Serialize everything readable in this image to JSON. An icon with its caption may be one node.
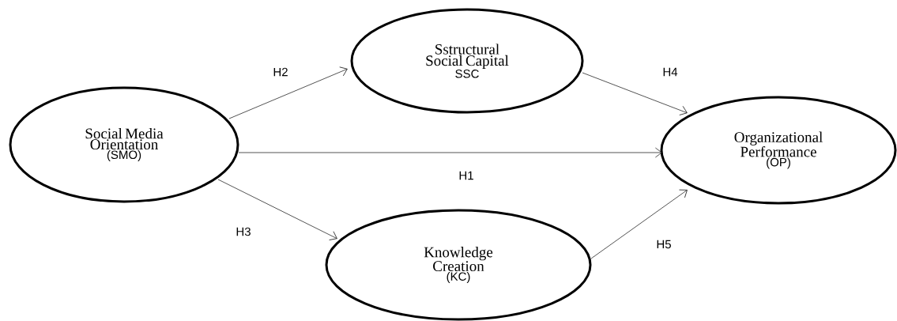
{
  "diagram": {
    "nodes": [
      {
        "text": [
          "Social Media Orientation",
          "(SMO)"
        ]
      },
      {
        "text": [
          "Sstructural Social Capital",
          "SSC"
        ]
      },
      {
        "text": [
          "Knowledge Creation",
          "(KC)"
        ]
      },
      {
        "text": [
          "Organizational Performance",
          "(OP)"
        ]
      }
    ],
    "edges": [
      {
        "from": 0,
        "to": 3,
        "arrow": "to",
        "label": "H1"
      },
      {
        "from": 0,
        "to": 1,
        "arrow": "to",
        "label": "H2"
      },
      {
        "from": 0,
        "to": 2,
        "arrow": "to",
        "label": "H3"
      },
      {
        "from": 1,
        "to": 3,
        "arrow": "to",
        "label": "H4"
      },
      {
        "from": 2,
        "to": 3,
        "arrow": "to",
        "label": "H5"
      }
    ]
  }
}
